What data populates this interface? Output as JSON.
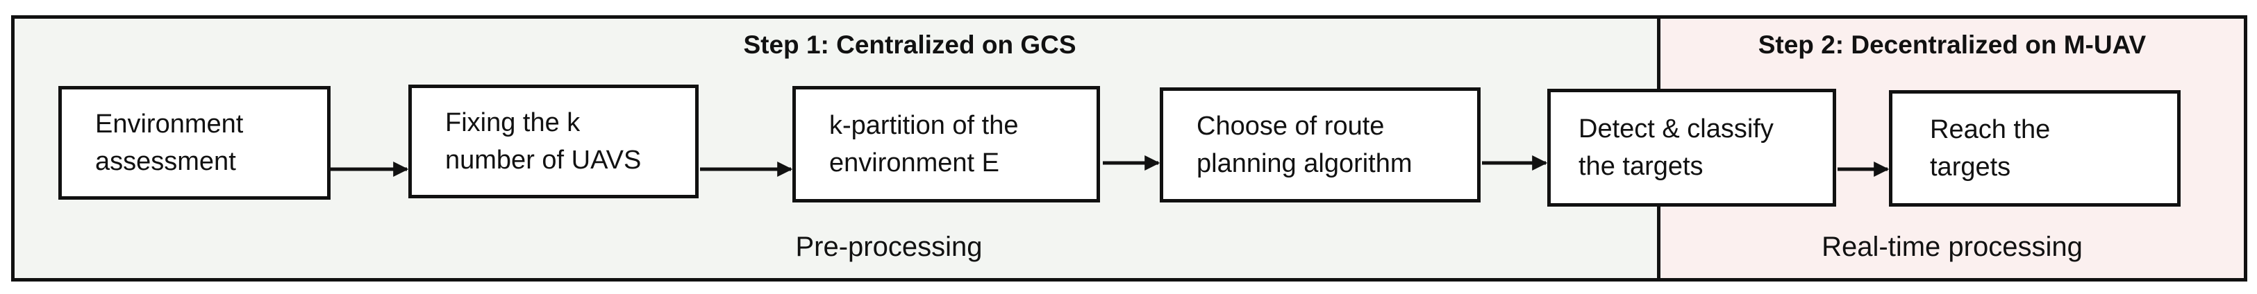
{
  "steps": [
    {
      "title": "Step 1: Centralized on GCS",
      "phase": "Pre-processing"
    },
    {
      "title": "Step 2: Decentralized on M-UAV",
      "phase": "Real-time processing"
    }
  ],
  "boxes": [
    "Environment\nassessment",
    "Fixing the k\nnumber of UAVS",
    "k-partition of the\nenvironment E",
    "Choose of route\nplanning algorithm",
    "Detect & classify\nthe targets",
    "Reach the\ntargets"
  ],
  "colors": {
    "step1_background": "#f3f5f2",
    "step2_background": "#fbf0ef",
    "border": "#111111"
  }
}
